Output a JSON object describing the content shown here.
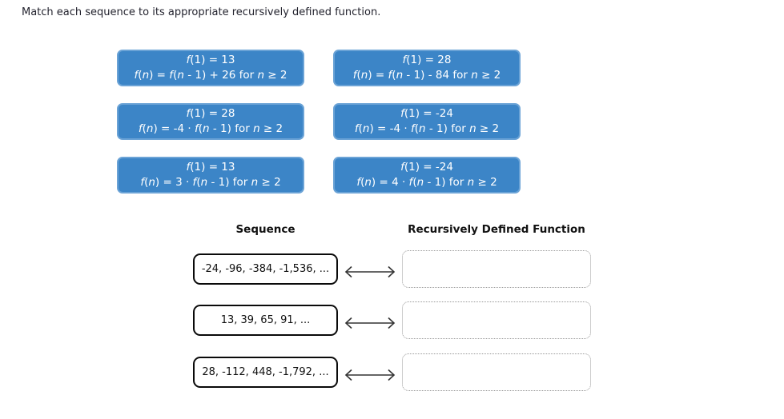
{
  "title": "Match each sequence to its appropriate recursively defined function.",
  "colors": {
    "tile_background": "#3c85c7",
    "tile_border": "#6ba3d6",
    "tile_text": "#ffffff",
    "sequence_box_border": "#0a0a0a",
    "answer_box_border": "#999999",
    "arrow": "#333333"
  },
  "tiles": [
    {
      "line1": "f(1) = 13",
      "line2": "f(n) = f(n - 1) + 26 for n ≥ 2"
    },
    {
      "line1": "f(1) = 28",
      "line2": "f(n) = f(n - 1) - 84 for n ≥ 2"
    },
    {
      "line1": "f(1) = 28",
      "line2": "f(n) = -4 · f(n - 1) for n ≥ 2"
    },
    {
      "line1": "f(1) = -24",
      "line2": "f(n) = -4 · f(n - 1) for n ≥ 2"
    },
    {
      "line1": "f(1) = 13",
      "line2": "f(n) = 3 · f(n - 1) for n ≥ 2"
    },
    {
      "line1": "f(1) = -24",
      "line2": "f(n) = 4 · f(n - 1) for n ≥ 2"
    }
  ],
  "match": {
    "sequence_header": "Sequence",
    "function_header": "Recursively Defined Function",
    "rows": [
      {
        "sequence": "-24, -96, -384, -1,536, ...",
        "answer": ""
      },
      {
        "sequence": "13, 39, 65, 91, ...",
        "answer": ""
      },
      {
        "sequence": "28, -112, 448, -1,792, ...",
        "answer": ""
      }
    ]
  }
}
